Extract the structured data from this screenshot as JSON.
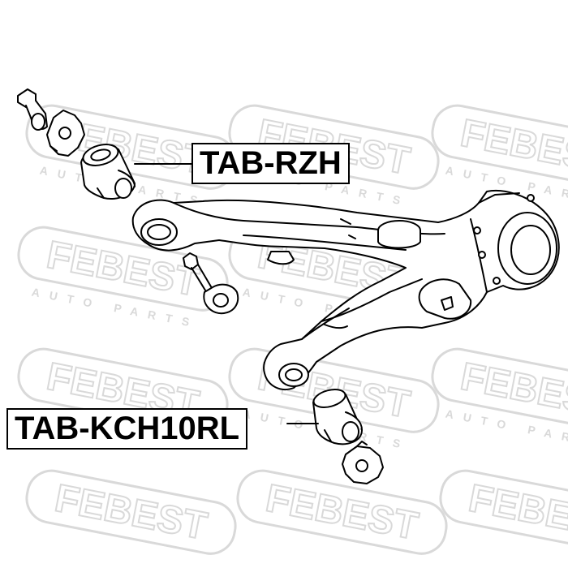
{
  "labels": {
    "upper_bushing": "TAB-RZH",
    "lower_bushing": "TAB-KCH10RL"
  },
  "watermark": {
    "brand": "FEBEST",
    "tagline": "AUTO PARTS"
  },
  "colors": {
    "ink": "#000000",
    "watermark": "#d9d9d9",
    "background": "#ffffff"
  }
}
